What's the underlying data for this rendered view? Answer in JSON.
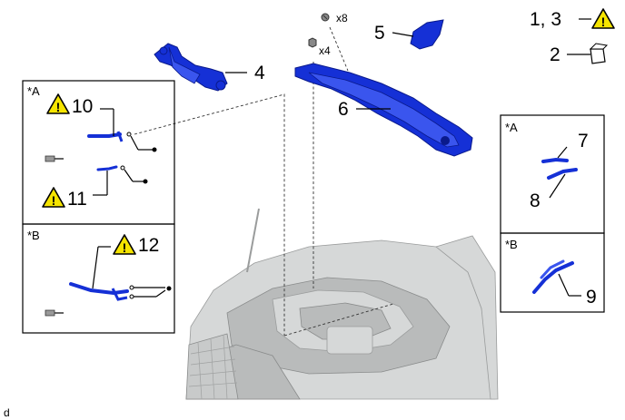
{
  "callouts": {
    "c1_3": "1, 3",
    "c2": "2",
    "c4": "4",
    "c5": "5",
    "c6": "6",
    "c7": "7",
    "c8": "8",
    "c9": "9",
    "c10": "10",
    "c11": "11",
    "c12": "12"
  },
  "quantities": {
    "screws": "x8",
    "nuts": "x4"
  },
  "views": {
    "left_a": "*A",
    "left_b": "*B",
    "right_a": "*A",
    "right_b": "*B"
  },
  "warning_mark": "!",
  "figure_id": "d",
  "colors": {
    "part": "#1530d6",
    "warning": "#f5e400"
  }
}
